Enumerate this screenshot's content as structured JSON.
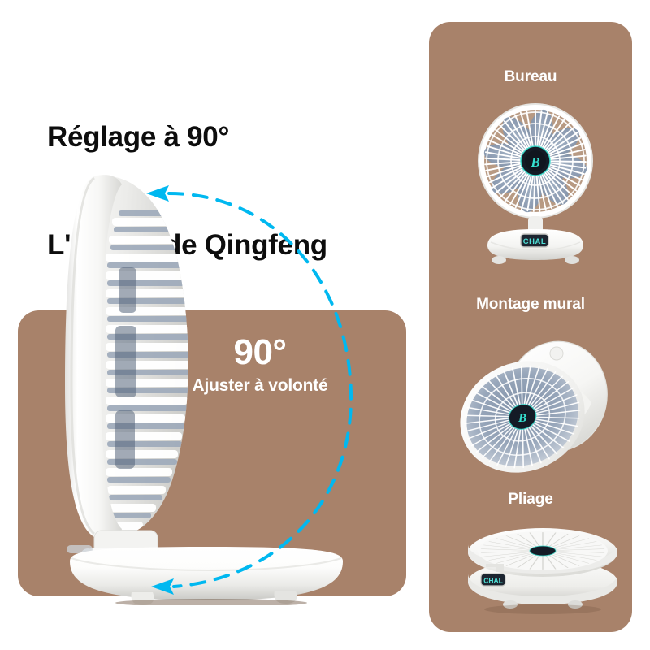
{
  "headline": {
    "line1": "Réglage à 90°",
    "line2": "L'ombre de Qingfeng"
  },
  "left_panel": {
    "angle_value": "90°",
    "angle_caption": "Ajuster à volonté",
    "background_color": "#a8826a",
    "arrow_color": "#00b8f0",
    "product_view": "side-profile-fan-tilted-open"
  },
  "right_panel": {
    "background_color": "#a8826a",
    "items": [
      {
        "label": "Bureau",
        "product_view": "desk-fan-front"
      },
      {
        "label": "Montage mural",
        "product_view": "wall-mounted-fan-angled"
      },
      {
        "label": "Pliage",
        "product_view": "folded-fan-flat"
      }
    ]
  },
  "product": {
    "body_color": "#ffffff",
    "blade_color": "#8fa2bd",
    "hub_color": "#141b26",
    "hub_accent_color": "#35e0d0",
    "logo_letter": "B",
    "display_text": "CHAL"
  }
}
